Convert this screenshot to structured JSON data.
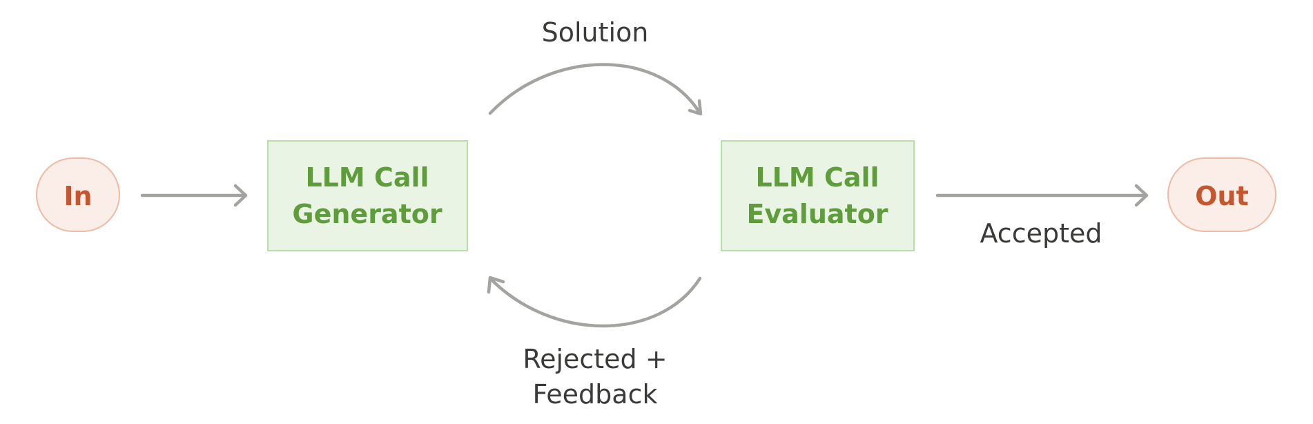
{
  "diagram": {
    "nodes": {
      "input": {
        "label": "In"
      },
      "generator": {
        "line1": "LLM Call",
        "line2": "Generator"
      },
      "evaluator": {
        "line1": "LLM Call",
        "line2": "Evaluator"
      },
      "output": {
        "label": "Out"
      }
    },
    "edges": {
      "solution": {
        "label": "Solution"
      },
      "feedback": {
        "line1": "Rejected +",
        "line2": "Feedback"
      },
      "accepted": {
        "label": "Accepted"
      }
    }
  },
  "colors": {
    "io_fill": "#fbeee8",
    "io_stroke": "#efb9a4",
    "io_text": "#c4572f",
    "llm_fill": "#eaf4e5",
    "llm_stroke": "#b5dfa3",
    "llm_text": "#5f9c3b",
    "edge": "#a3a3a0",
    "label_text": "#3a3a38"
  }
}
